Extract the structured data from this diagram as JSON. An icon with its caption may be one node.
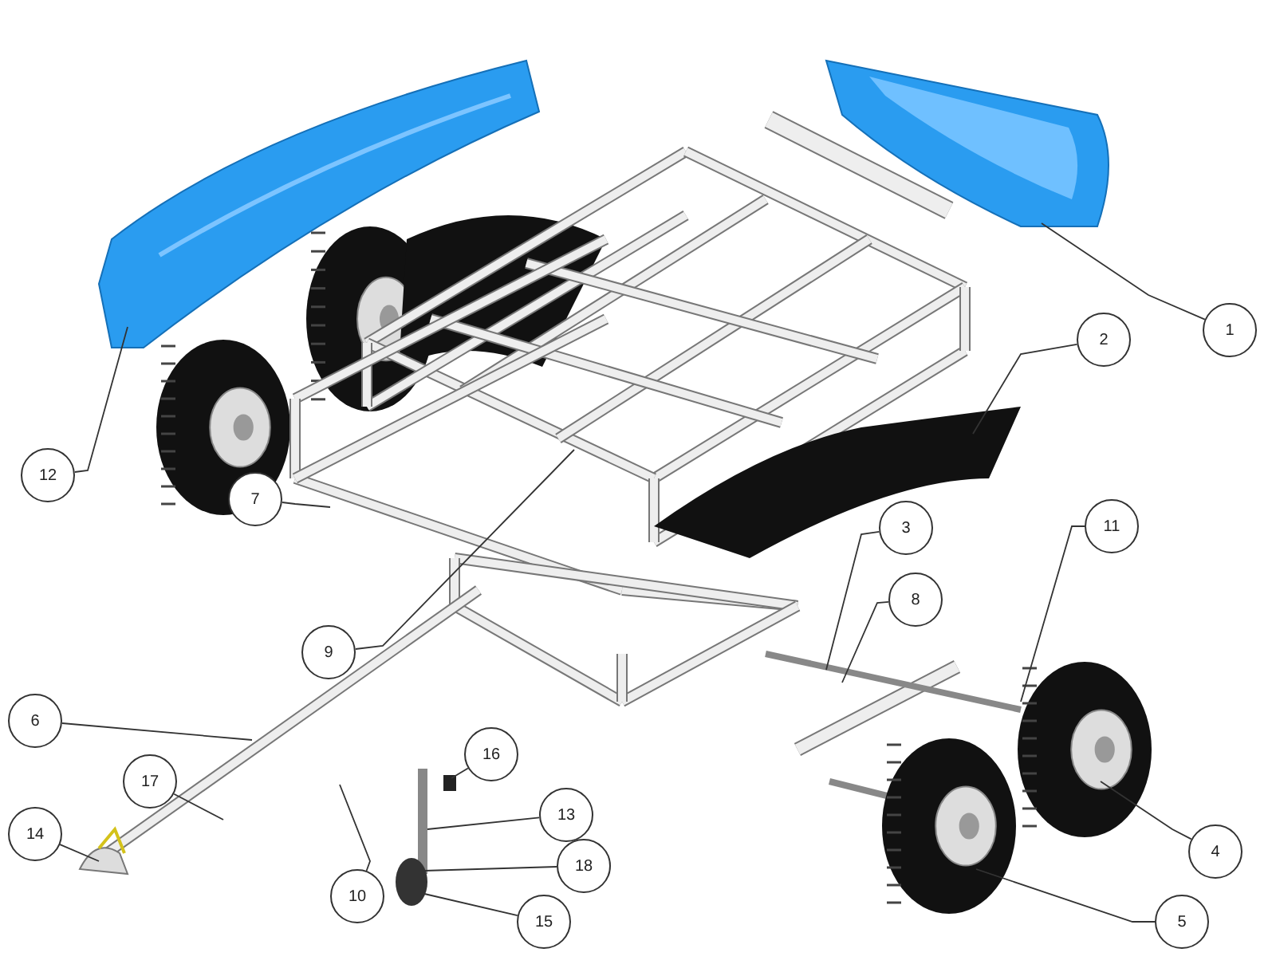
{
  "diagram": {
    "nodes": [
      {
        "text": [
          "1"
        ]
      },
      {
        "text": [
          "2"
        ]
      },
      {
        "text": [
          "12"
        ]
      },
      {
        "text": [
          "7"
        ]
      },
      {
        "text": [
          "11"
        ]
      },
      {
        "text": [
          "3"
        ]
      },
      {
        "text": [
          "8"
        ]
      },
      {
        "text": [
          "9"
        ]
      },
      {
        "text": [
          "6"
        ]
      },
      {
        "text": [
          "16"
        ]
      },
      {
        "text": [
          "17"
        ]
      },
      {
        "text": [
          "13"
        ]
      },
      {
        "text": [
          "14"
        ]
      },
      {
        "text": [
          "4"
        ]
      },
      {
        "text": [
          "18"
        ]
      },
      {
        "text": [
          "10"
        ]
      },
      {
        "text": [
          "15"
        ]
      },
      {
        "text": [
          "5"
        ]
      }
    ],
    "edges": [
      {
        "from": 0,
        "to": null,
        "arrow": "none"
      },
      {
        "from": 1,
        "to": null,
        "arrow": "none"
      },
      {
        "from": 2,
        "to": null,
        "arrow": "none"
      },
      {
        "from": 3,
        "to": null,
        "arrow": "none"
      },
      {
        "from": 4,
        "to": null,
        "arrow": "none"
      },
      {
        "from": 5,
        "to": null,
        "arrow": "none"
      },
      {
        "from": 6,
        "to": null,
        "arrow": "none"
      },
      {
        "from": 7,
        "to": null,
        "arrow": "none"
      },
      {
        "from": 8,
        "to": null,
        "arrow": "none"
      },
      {
        "from": 9,
        "to": null,
        "arrow": "none"
      },
      {
        "from": 10,
        "to": null,
        "arrow": "none"
      },
      {
        "from": 11,
        "to": null,
        "arrow": "none"
      },
      {
        "from": 12,
        "to": null,
        "arrow": "none"
      },
      {
        "from": 13,
        "to": null,
        "arrow": "none"
      },
      {
        "from": 14,
        "to": null,
        "arrow": "none"
      },
      {
        "from": 15,
        "to": null,
        "arrow": "none"
      },
      {
        "from": 16,
        "to": null,
        "arrow": "none"
      },
      {
        "from": 17,
        "to": null,
        "arrow": "none"
      }
    ]
  }
}
